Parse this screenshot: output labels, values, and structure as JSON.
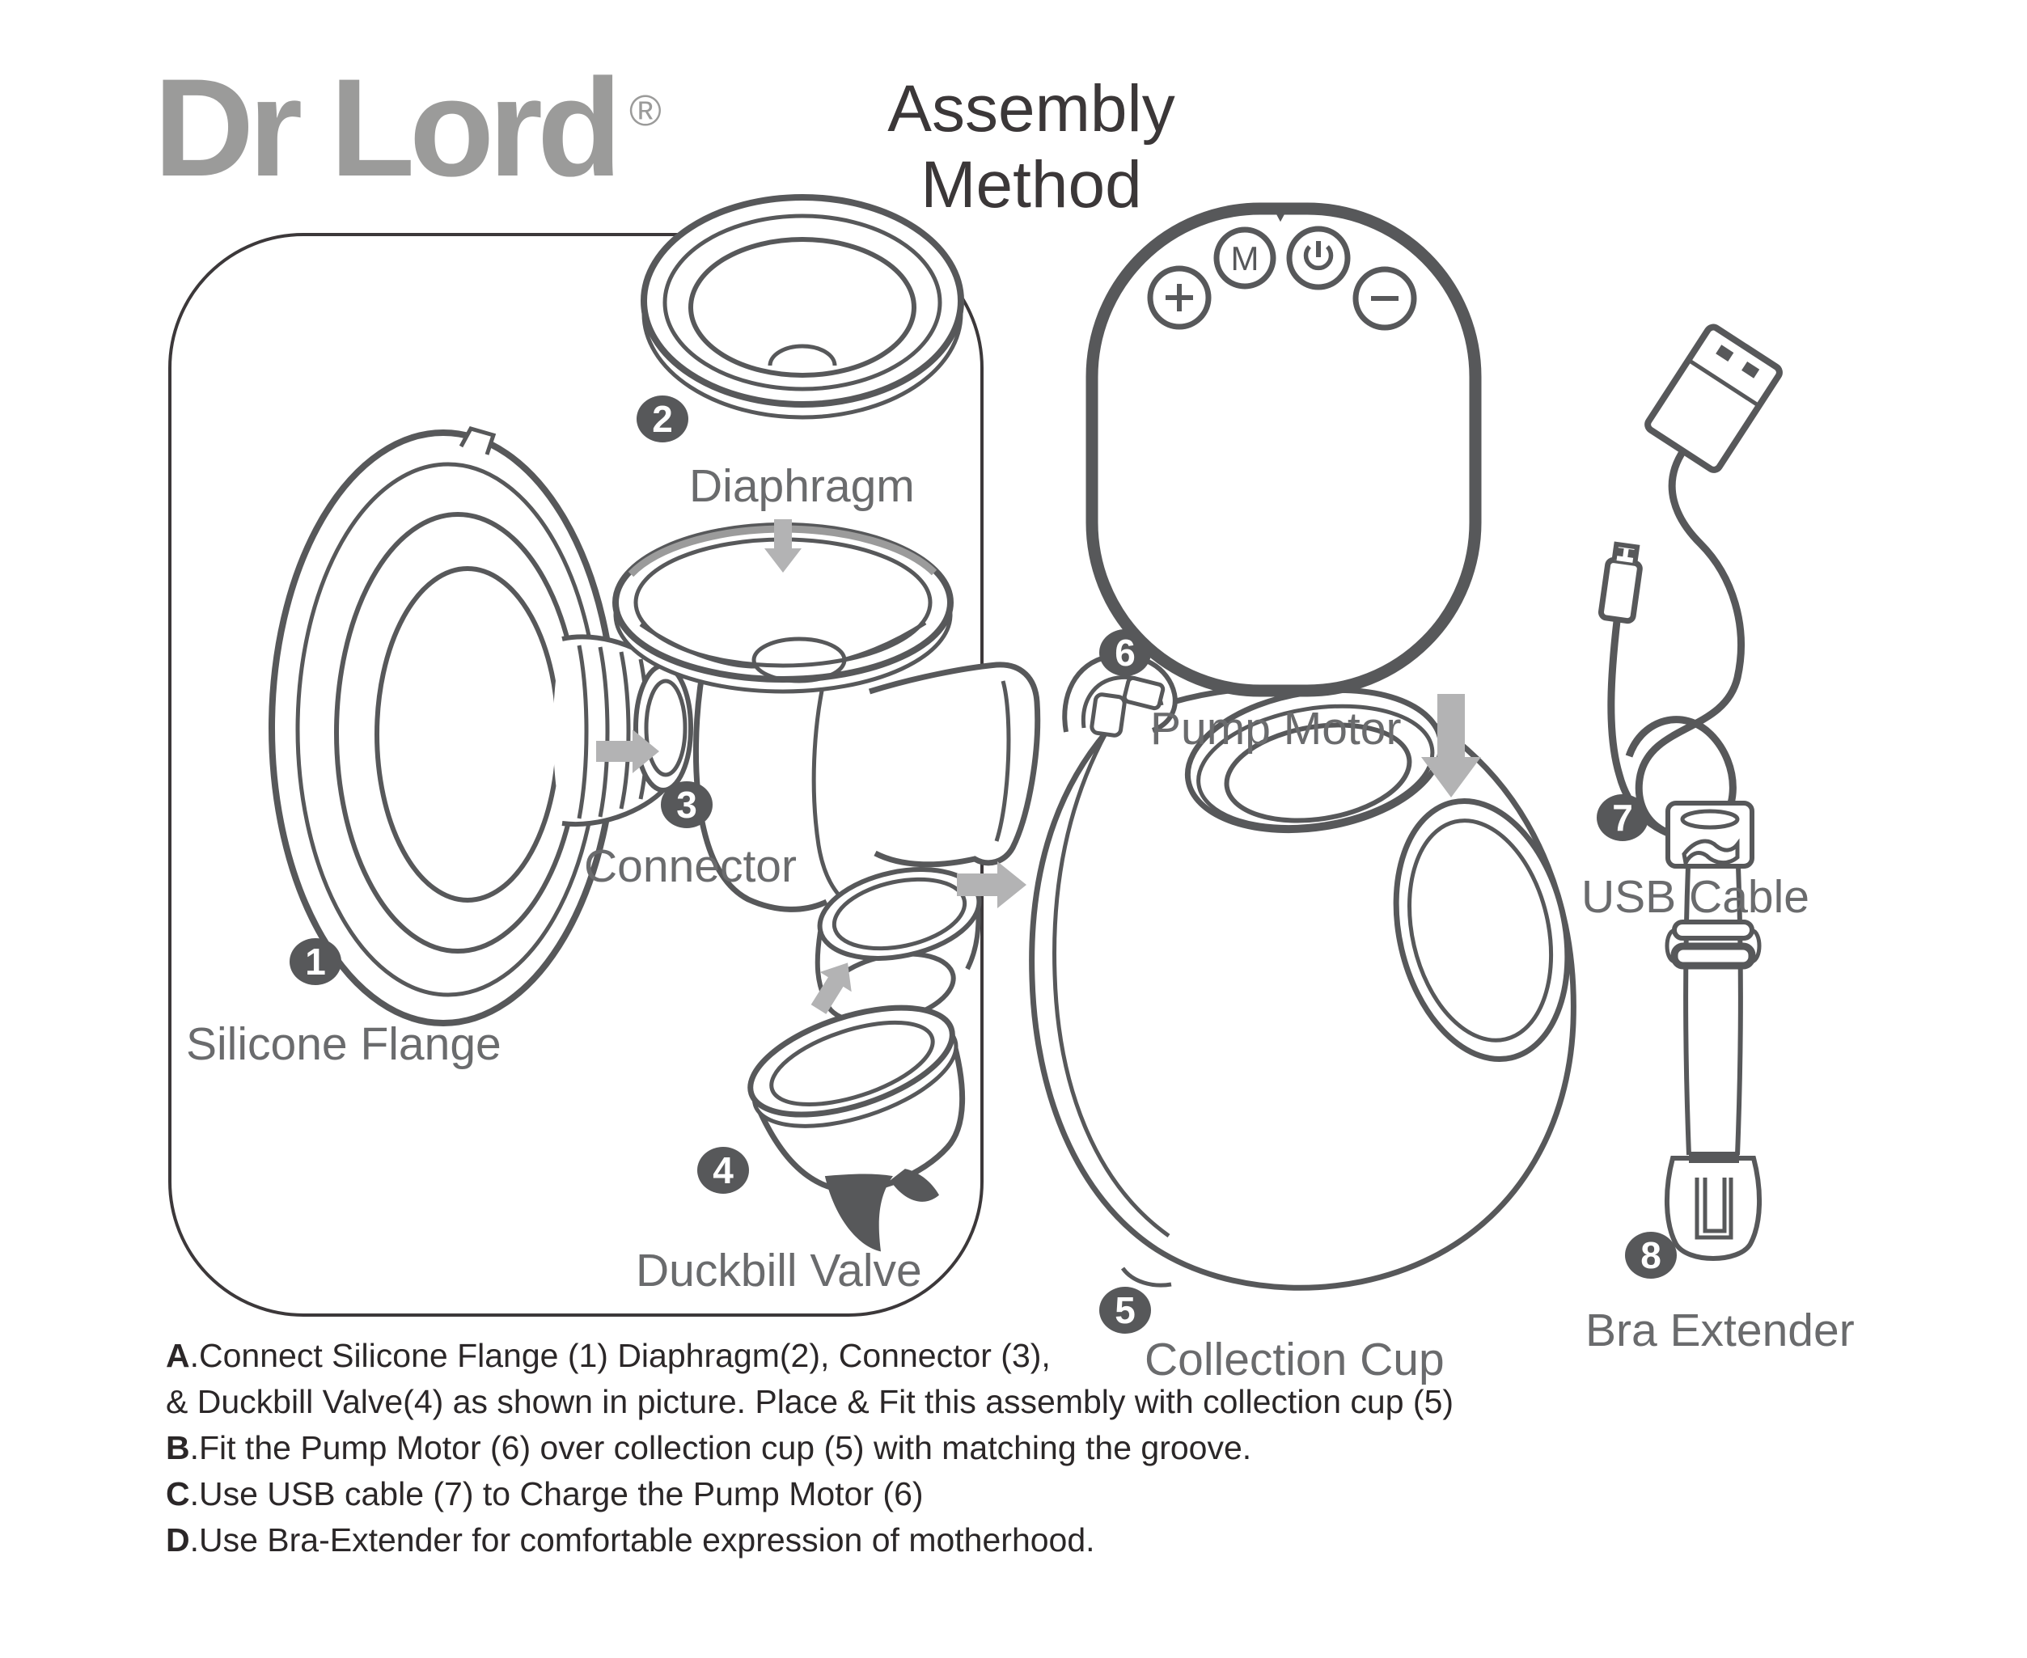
{
  "brand": {
    "logo": "Dr Lord",
    "registered": "®"
  },
  "title": "Assembly Method",
  "parts": [
    {
      "num": "1",
      "label": "Silicone Flange"
    },
    {
      "num": "2",
      "label": "Diaphragm"
    },
    {
      "num": "3",
      "label": "Connector"
    },
    {
      "num": "4",
      "label": "Duckbill Valve"
    },
    {
      "num": "5",
      "label": "Collection Cup"
    },
    {
      "num": "6",
      "label": "Pump Motor"
    },
    {
      "num": "7",
      "label": "USB Cable"
    },
    {
      "num": "8",
      "label": "Bra Extender"
    }
  ],
  "motor_buttons": {
    "plus": "+",
    "mode": "M",
    "power": "power",
    "minus": "−"
  },
  "instructions": [
    {
      "key": "A",
      "text": ".Connect Silicone Flange (1) Diaphragm(2), Connector (3),"
    },
    {
      "key": "",
      "text": "& Duckbill Valve(4) as shown in picture. Place & Fit this assembly with collection cup (5)"
    },
    {
      "key": "B",
      "text": ".Fit the Pump Motor (6) over collection cup (5) with matching the groove."
    },
    {
      "key": "C",
      "text": ".Use USB cable (7) to Charge the Pump Motor (6)"
    },
    {
      "key": "D",
      "text": ".Use Bra-Extender for comfortable expression of motherhood."
    }
  ],
  "colors": {
    "line": "#57585a",
    "label": "#6a6b6d",
    "logo": "#9b9b9a",
    "arrow": "#b3b3b4",
    "text": "#2b2728",
    "box_border": "#3c383a"
  }
}
